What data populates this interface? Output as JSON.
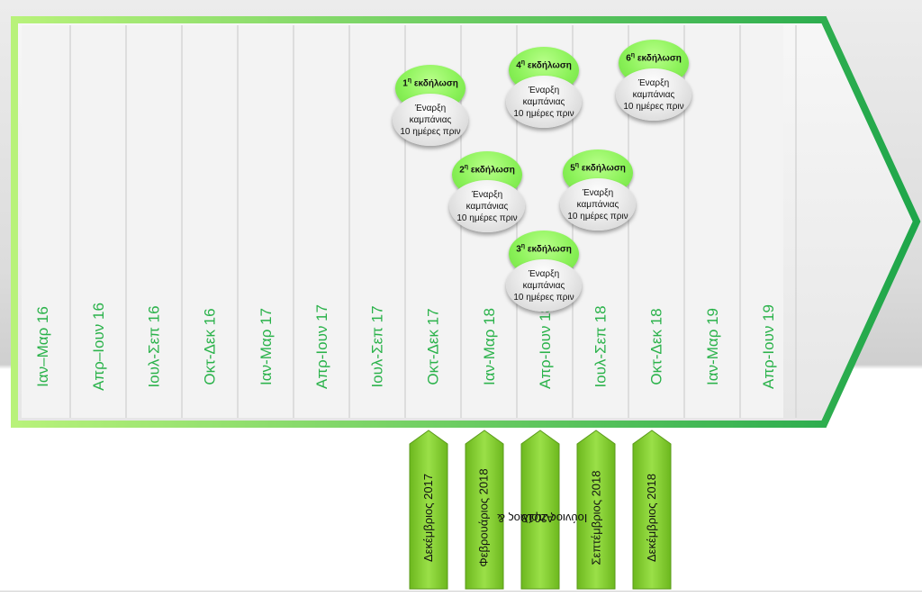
{
  "timeline": {
    "quarters": [
      "Ιαν–Μαρ 16",
      "Απρ–Ιουν 16",
      "Ιουλ-Σεπ 16",
      "Οκτ-Δεκ 16",
      "Ιαν-Μαρ 17",
      "Απρ-Ιουν 17",
      "Ιουλ-Σεπ 17",
      "Οκτ-Δεκ 17",
      "Ιαν-Μαρ 18",
      "Απρ-Ιουν 18",
      "Ιουλ-Σεπ 18",
      "Οκτ-Δεκ 18",
      "Ιαν-Μαρ 19",
      "Απρ-Ιουν 19"
    ],
    "arrow_colors": {
      "start": "#b8f27a",
      "end": "#1ea64a"
    }
  },
  "events": [
    {
      "ordinal": "1",
      "suffix": "η",
      "title": "εκδήλωση",
      "desc1": "Έναρξη",
      "desc2": "καμπάνιας",
      "desc3": "10 ημέρες πριν"
    },
    {
      "ordinal": "2",
      "suffix": "η",
      "title": "εκδήλωση",
      "desc1": "Έναρξη",
      "desc2": "καμπάνιας",
      "desc3": "10 ημέρες πριν"
    },
    {
      "ordinal": "3",
      "suffix": "η",
      "title": "εκδήλωση",
      "desc1": "Έναρξη",
      "desc2": "καμπάνιας",
      "desc3": "10 ημέρες πριν"
    },
    {
      "ordinal": "4",
      "suffix": "η",
      "title": "εκδήλωση",
      "desc1": "Έναρξη",
      "desc2": "καμπάνιας",
      "desc3": "10 ημέρες πριν"
    },
    {
      "ordinal": "5",
      "suffix": "η",
      "title": "εκδήλωση",
      "desc1": "Έναρξη",
      "desc2": "καμπάνιας",
      "desc3": "10 ημέρες πριν"
    },
    {
      "ordinal": "6",
      "suffix": "η",
      "title": "εκδήλωση",
      "desc1": "Έναρξη",
      "desc2": "καμπάνιας",
      "desc3": "10 ημέρες πριν"
    }
  ],
  "dates": {
    "d1": "Δεκέμβριος 2017",
    "d2": "Φεβρουάριος  2018",
    "d3a": "Απρίλιος &",
    "d3b": "Ιούνιος  2018",
    "d4": "Σεπτέμβριος  2018",
    "d5": "Δεκέμβριος  2018",
    "fill_color": "#7ec82a"
  }
}
